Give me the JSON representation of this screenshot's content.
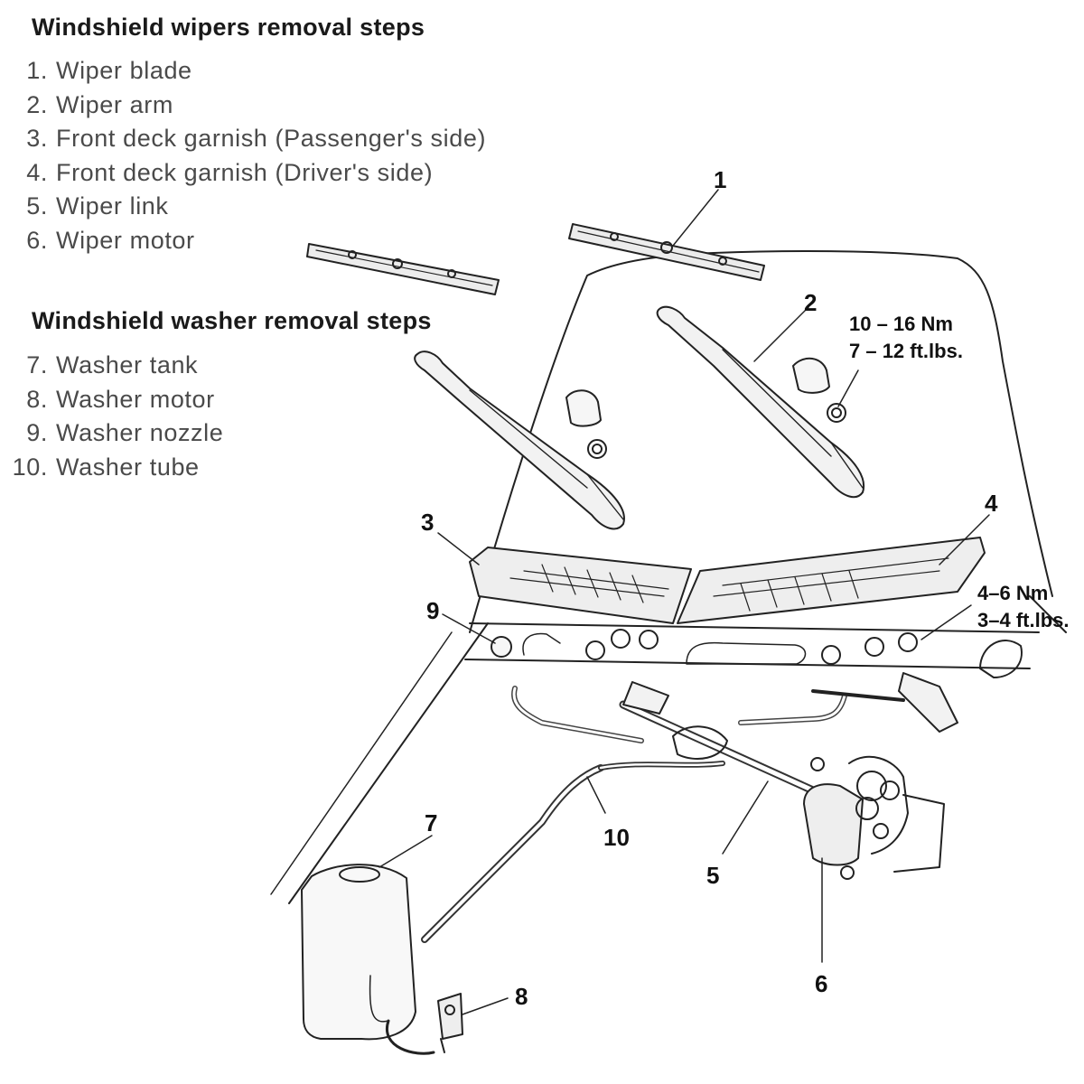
{
  "wipers": {
    "heading": "Windshield wipers removal steps",
    "steps": [
      {
        "num": "1.",
        "label": "Wiper blade"
      },
      {
        "num": "2.",
        "label": "Wiper arm"
      },
      {
        "num": "3.",
        "label": "Front deck garnish (Passenger's side)"
      },
      {
        "num": "4.",
        "label": "Front deck garnish (Driver's side)"
      },
      {
        "num": "5.",
        "label": "Wiper link"
      },
      {
        "num": "6.",
        "label": "Wiper motor"
      }
    ]
  },
  "washer": {
    "heading": "Windshield washer removal steps",
    "steps": [
      {
        "num": "7.",
        "label": "Washer tank"
      },
      {
        "num": "8.",
        "label": "Washer motor"
      },
      {
        "num": "9.",
        "label": "Washer nozzle"
      },
      {
        "num": "10.",
        "label": "Washer tube"
      }
    ]
  },
  "callouts": {
    "c1": "1",
    "c2": "2",
    "c3": "3",
    "c4": "4",
    "c5": "5",
    "c6": "6",
    "c7": "7",
    "c8": "8",
    "c9": "9",
    "c10": "10"
  },
  "torque": {
    "arm_nut": {
      "nm": "10 – 16 Nm",
      "ftlbs": "7 – 12 ft.lbs."
    },
    "link_bolt": {
      "nm": "4–6 Nm",
      "ftlbs": "3–4 ft.lbs."
    }
  }
}
